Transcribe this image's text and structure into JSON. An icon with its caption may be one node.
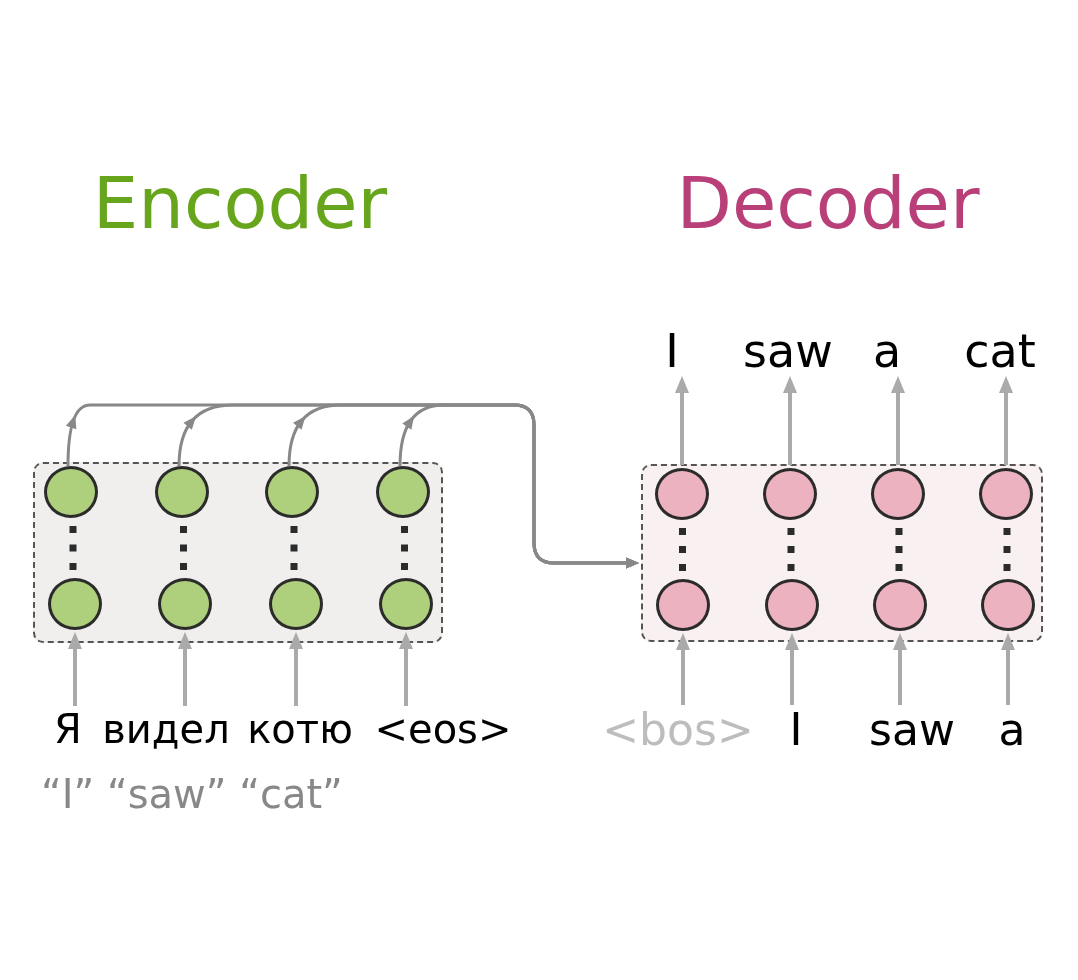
{
  "diagram": {
    "nodes": [
      {
        "text": [
          "I"
        ]
      },
      {
        "text": [
          "saw"
        ]
      },
      {
        "text": [
          "a"
        ]
      },
      {
        "text": [
          "cat"
        ]
      },
      {
        "text": [],
        "shape": "box"
      },
      {
        "text": [],
        "shape": "circle",
        "in": 4
      },
      {
        "text": [],
        "shape": "circle",
        "in": 4
      },
      {
        "text": [],
        "shape": "circle",
        "in": 4
      },
      {
        "text": [],
        "shape": "circle",
        "in": 4
      },
      {
        "text": [],
        "shape": "circle",
        "in": 4
      },
      {
        "text": [],
        "shape": "circle",
        "in": 4
      },
      {
        "text": [],
        "shape": "circle",
        "in": 4
      },
      {
        "text": [],
        "shape": "circle",
        "in": 4
      },
      {
        "text": [],
        "shape": "box"
      },
      {
        "text": [],
        "shape": "circle",
        "in": 13
      },
      {
        "text": [],
        "shape": "circle",
        "in": 13
      },
      {
        "text": [],
        "shape": "circle",
        "in": 13
      },
      {
        "text": [],
        "shape": "circle",
        "in": 13
      },
      {
        "text": [],
        "shape": "circle",
        "in": 13
      },
      {
        "text": [],
        "shape": "circle",
        "in": 13
      },
      {
        "text": [],
        "shape": "circle",
        "in": 13
      },
      {
        "text": [],
        "shape": "circle",
        "in": 13
      },
      {
        "text": [
          "Я"
        ]
      },
      {
        "text": [
          "видел"
        ]
      },
      {
        "text": [
          "котю"
        ]
      },
      {
        "text": [
          "<eos>"
        ]
      },
      {
        "text": [
          "<bos>"
        ]
      },
      {
        "text": [
          "I"
        ]
      },
      {
        "text": [
          "saw"
        ]
      },
      {
        "text": [
          "a"
        ]
      }
    ],
    "edges": [
      {
        "from": 22,
        "to": 9,
        "arrow": "to"
      },
      {
        "from": 23,
        "to": 10,
        "arrow": "to"
      },
      {
        "from": 24,
        "to": 11,
        "arrow": "to"
      },
      {
        "from": 25,
        "to": 12,
        "arrow": "to"
      },
      {
        "from": 5,
        "to": 13,
        "arrow": "to",
        "color": "#888888"
      },
      {
        "from": 6,
        "to": 13,
        "arrow": "to",
        "color": "#888888"
      },
      {
        "from": 7,
        "to": 13,
        "arrow": "to",
        "color": "#888888"
      },
      {
        "from": 8,
        "to": 13,
        "arrow": "to",
        "color": "#888888"
      },
      {
        "from": 26,
        "to": 18,
        "arrow": "to"
      },
      {
        "from": 27,
        "to": 19,
        "arrow": "to"
      },
      {
        "from": 28,
        "to": 20,
        "arrow": "to"
      },
      {
        "from": 29,
        "to": 21,
        "arrow": "to"
      },
      {
        "from": 14,
        "to": 0,
        "arrow": "to"
      },
      {
        "from": 15,
        "to": 1,
        "arrow": "to"
      },
      {
        "from": 16,
        "to": 2,
        "arrow": "to"
      },
      {
        "from": 17,
        "to": 3,
        "arrow": "to"
      },
      {
        "from": 5,
        "to": 9,
        "arrow": "none",
        "style": "dashed",
        "color": "#2b2b2b"
      },
      {
        "from": 6,
        "to": 10,
        "arrow": "none",
        "style": "dashed",
        "color": "#2b2b2b"
      },
      {
        "from": 7,
        "to": 11,
        "arrow": "none",
        "style": "dashed",
        "color": "#2b2b2b"
      },
      {
        "from": 8,
        "to": 12,
        "arrow": "none",
        "style": "dashed",
        "color": "#2b2b2b"
      },
      {
        "from": 14,
        "to": 18,
        "arrow": "none",
        "style": "dashed",
        "color": "#2b2b2b"
      },
      {
        "from": 15,
        "to": 19,
        "arrow": "none",
        "style": "dashed",
        "color": "#2b2b2b"
      },
      {
        "from": 16,
        "to": 20,
        "arrow": "none",
        "style": "dashed",
        "color": "#2b2b2b"
      },
      {
        "from": 17,
        "to": 21,
        "arrow": "none",
        "style": "dashed",
        "color": "#2b2b2b"
      }
    ],
    "labels": [
      "Encoder",
      "Decoder",
      "“I” “saw” “cat”"
    ]
  }
}
